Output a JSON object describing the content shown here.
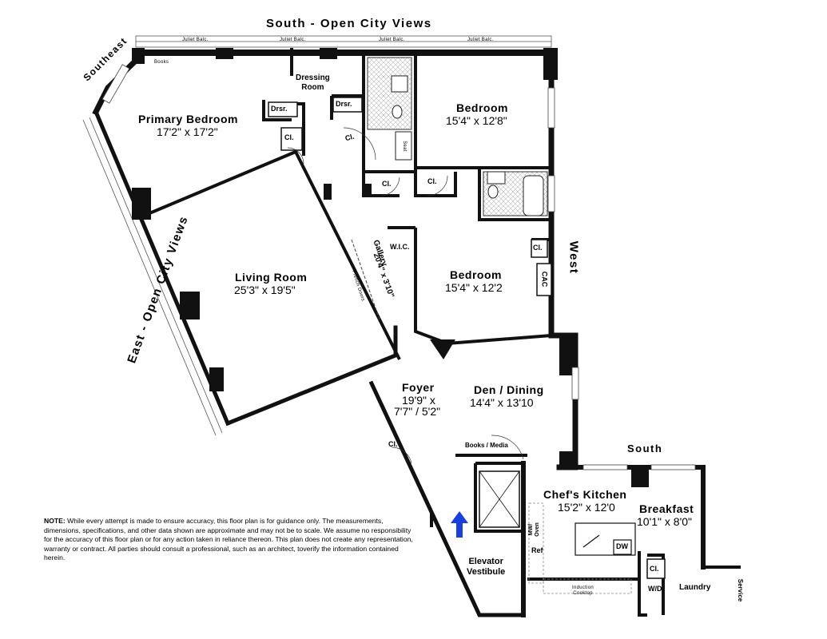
{
  "orientation": {
    "south_top": "South - Open City Views",
    "southeast": "Southeast",
    "east": "East - Open City Views",
    "west": "West",
    "south_kitchen": "South",
    "service": "Service"
  },
  "rooms": {
    "primary_bedroom": {
      "name": "Primary Bedroom",
      "dims": "17'2\" x 17'2\""
    },
    "dressing_room": {
      "name": "Dressing\nRoom"
    },
    "bedroom_1": {
      "name": "Bedroom",
      "dims": "15'4\" x 12'8\""
    },
    "living_room": {
      "name": "Living Room",
      "dims": "25'3\" x 19'5\""
    },
    "gallery": {
      "name": "Gallery",
      "dims": "20'4\" x 3'10\""
    },
    "bedroom_2": {
      "name": "Bedroom",
      "dims": "15'4\" x 12'2"
    },
    "foyer": {
      "name": "Foyer",
      "dims1": "19'9\" x",
      "dims2": "7'7\" / 5'2\""
    },
    "den_dining": {
      "name": "Den / Dining",
      "dims": "14'4\" x 13'10"
    },
    "kitchen": {
      "name": "Chef's Kitchen",
      "dims": "15'2\" x 12'0"
    },
    "breakfast": {
      "name": "Breakfast",
      "dims": "10'1\" x 8'0\""
    },
    "elevator_vestibule": {
      "name": "Elevator\nVestibule"
    },
    "laundry": {
      "name": "Laundry"
    }
  },
  "fixtures": {
    "books_primary": "Books",
    "drsr_1": "Drsr.",
    "drsr_2": "Drsr.",
    "cl_1": "Cl.",
    "cl_2": "Cl.",
    "cl_3": "Cl.",
    "cl_4": "Cl.",
    "cl_5": "Cl.",
    "cl_6": "Cl.",
    "cl_7": "Cl.",
    "seat": "Seat",
    "wic": "W.I.C.",
    "cac": "CAC",
    "french_doors": "French Doors",
    "books_media": "Books / Media",
    "mw_oven": "MW/\nOven",
    "ref": "Ref",
    "dw": "DW",
    "induction": "Induction\nCooktop",
    "wd": "W/D",
    "juliet_1": "Juliet Balc.",
    "juliet_2": "Juliet Balc.",
    "juliet_3": "Juliet Balc.",
    "juliet_4": "Juliet Balc."
  },
  "note": {
    "heading": "NOTE:",
    "text": "While every attempt is made to ensure accuracy, this floor plan is for guidance only. The measurements, dimensions, specifications, and other data shown are approximate and may not be to scale. We assume no responsibility for the accuracy of this floor plan or for any action taken in reliance thereon. This plan does not create any representation, warranty or contract. All parties should consult a professional, such as an architect, toverify the information contained herein."
  },
  "colors": {
    "wall": "#111111",
    "entry_arrow": "#1a3fe0",
    "tile": "#bbbbbb"
  }
}
